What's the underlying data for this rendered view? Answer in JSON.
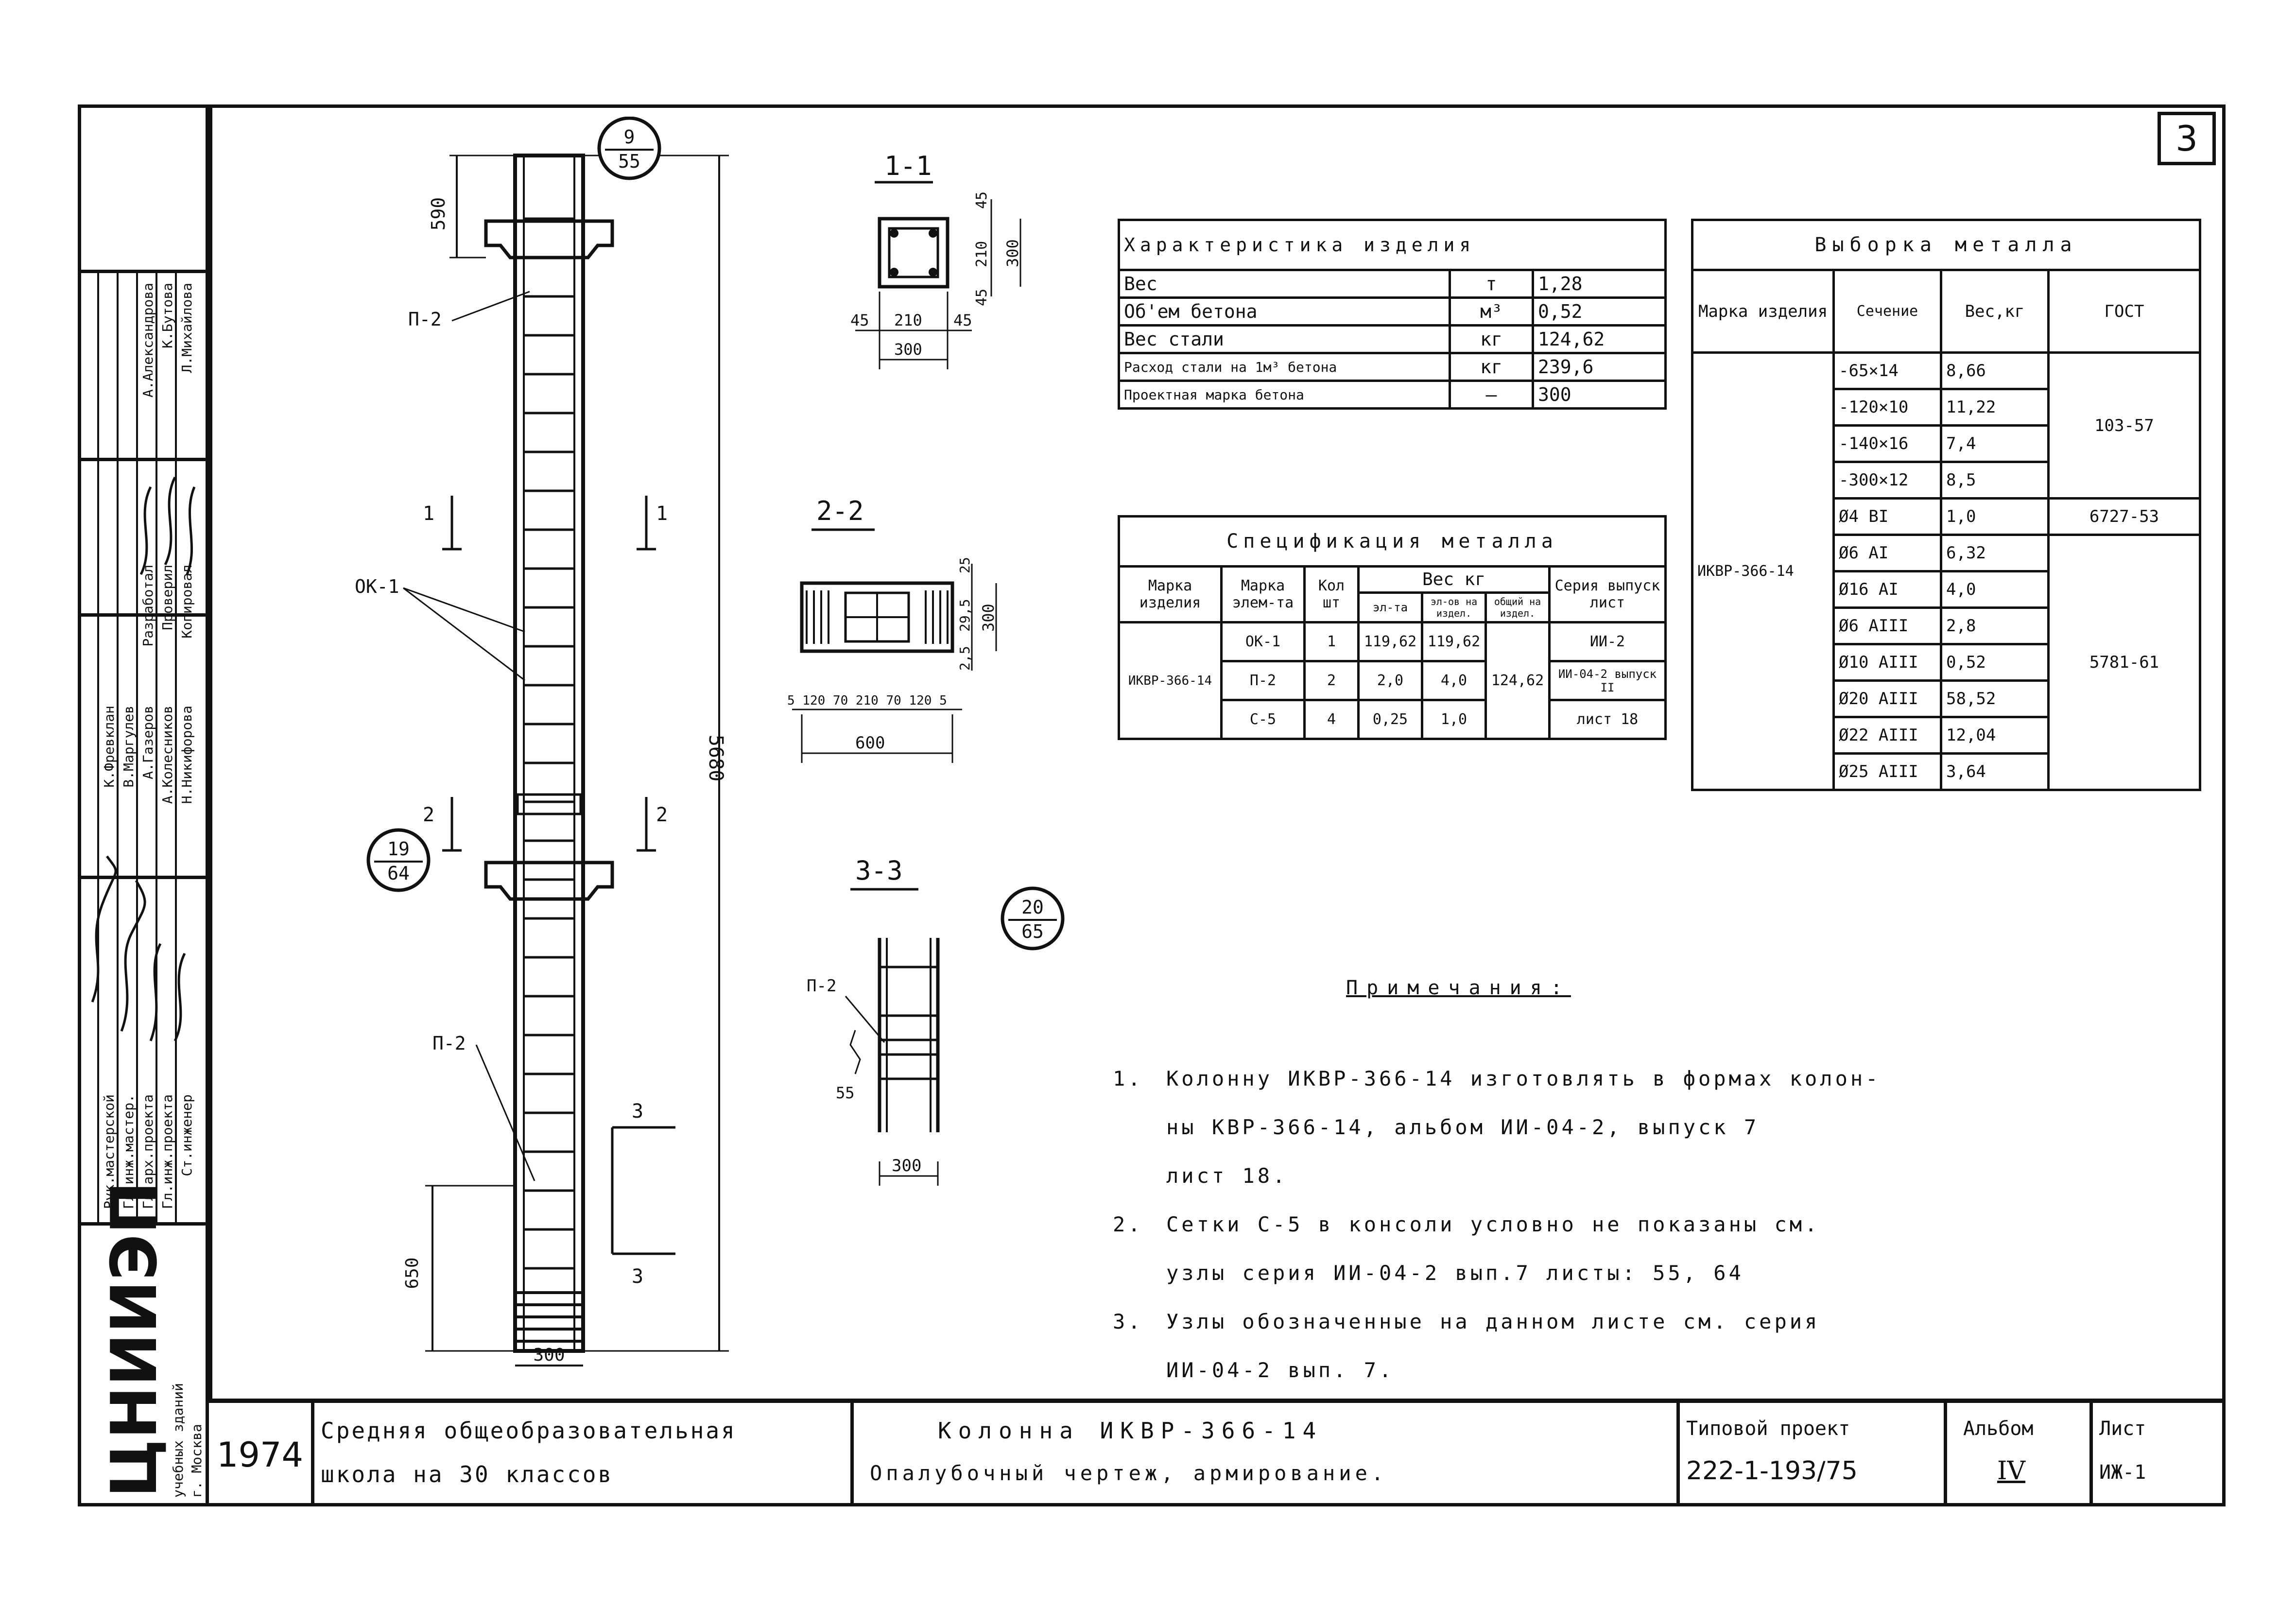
{
  "sheet_number": "3",
  "column_drawing": {
    "node_top": {
      "num": "9",
      "den": "55"
    },
    "node_mid": {
      "num": "19",
      "den": "64"
    },
    "dim_590": "590",
    "dim_5680": "5680",
    "dim_650": "650",
    "dim_300": "300",
    "label_p2_top": "П-2",
    "label_ok1": "ОК-1",
    "label_p2_bottom": "П-2",
    "cut1_left": "1",
    "cut1_right": "1",
    "cut2_left": "2",
    "cut2_right": "2",
    "cut3_top": "3",
    "cut3_bottom": "3"
  },
  "section_1": {
    "title": "1-1",
    "d45a": "45",
    "d210a": "210",
    "d45b": "45",
    "d300a": "300",
    "d45c": "45",
    "d210b": "210",
    "d45d": "45",
    "d300b": "300"
  },
  "section_2": {
    "title": "2-2",
    "d25a": "25",
    "d295": "29,5",
    "d25b": "2,5",
    "d300": "300",
    "row": "5 120 70 210 70 120 5",
    "d600": "600"
  },
  "section_3": {
    "title": "3-3",
    "node": {
      "num": "20",
      "den": "65"
    },
    "label_p2": "П-2",
    "d55": "55",
    "d300": "300"
  },
  "char_table": {
    "title": "Характеристика изделия",
    "rows": [
      {
        "name": "Вес",
        "unit": "т",
        "value": "1,28"
      },
      {
        "name": "Об'ем бетона",
        "unit": "м³",
        "value": "0,52"
      },
      {
        "name": "Вес стали",
        "unit": "кг",
        "value": "124,62"
      },
      {
        "name": "Расход стали на 1м³ бетона",
        "unit": "кг",
        "value": "239,6"
      },
      {
        "name": "Проектная марка бетона",
        "unit": "—",
        "value": "300"
      }
    ]
  },
  "spec_table": {
    "title": "Спецификация металла",
    "h_product": "Марка изделия",
    "h_element": "Марка элем-та",
    "h_qty": "Кол шт",
    "h_weight": "Вес кг",
    "h_w_el": "эл-та",
    "h_w_els": "эл-ов на издел.",
    "h_w_total": "общий на издел.",
    "h_series": "Серия выпуск лист",
    "product": "ИКВР-366-14",
    "total": "124,62",
    "rows": [
      {
        "el": "ОК-1",
        "qty": "1",
        "w1": "119,62",
        "w2": "119,62",
        "series": "ИИ-2"
      },
      {
        "el": "П-2",
        "qty": "2",
        "w1": "2,0",
        "w2": "4,0",
        "series": "ИИ-04-2 выпуск II"
      },
      {
        "el": "С-5",
        "qty": "4",
        "w1": "0,25",
        "w2": "1,0",
        "series": "лист 18"
      }
    ]
  },
  "metal_table": {
    "title": "Выборка металла",
    "h_product": "Марка изделия",
    "h_section": "Сечение",
    "h_weight": "Вес,кг",
    "h_gost": "ГОСТ",
    "product": "ИКВР-366-14",
    "rows": [
      {
        "sec": "-65×14",
        "w": "8,66"
      },
      {
        "sec": "-120×10",
        "w": "11,22"
      },
      {
        "sec": "-140×16",
        "w": "7,4"
      },
      {
        "sec": "-300×12",
        "w": "8,5"
      },
      {
        "sec": "Ø4 ВI",
        "w": "1,0"
      },
      {
        "sec": "Ø6 АI",
        "w": "6,32"
      },
      {
        "sec": "Ø16 АI",
        "w": "4,0"
      },
      {
        "sec": "Ø6 АIII",
        "w": "2,8"
      },
      {
        "sec": "Ø10 АIII",
        "w": "0,52"
      },
      {
        "sec": "Ø20 АIII",
        "w": "58,52"
      },
      {
        "sec": "Ø22 АIII",
        "w": "12,04"
      },
      {
        "sec": "Ø25 АIII",
        "w": "3,64"
      }
    ],
    "gost1": "103-57",
    "gost2": "6727-53",
    "gost3": "5781-61"
  },
  "notes": {
    "title": "Примечания:",
    "n1_num": "1.",
    "n1_l1": "Колонну ИКВР-366-14 изготовлять в формах колон-",
    "n1_l2": "ны КВР-366-14, альбом ИИ-04-2, выпуск 7",
    "n1_l3": "лист 18.",
    "n2_num": "2.",
    "n2_l1": "Сетки С-5 в консоли условно не показаны см.",
    "n2_l2": "узлы серия ИИ-04-2 вып.7 листы: 55, 64",
    "n3_num": "3.",
    "n3_l1": "Узлы обозначенные на данном листе см. серия",
    "n3_l2": "ИИ-04-2 вып. 7."
  },
  "title_block": {
    "year": "1974",
    "school_l1": "Средняя общеобразовательная",
    "school_l2": "школа на 30 классов",
    "name_l1": "Колонна ИКВР-366-14",
    "name_l2": "Опалубочный чертеж, армирование.",
    "project_label": "Типовой проект",
    "project_number": "222-1-193/75",
    "album_label": "Альбом",
    "album_value": "IV",
    "sheet_label": "Лист",
    "sheet_value": "ИЖ-1"
  },
  "stamp": {
    "org": "ЦНИИЭП",
    "org_sub1": "учебных зданий",
    "org_sub2": "г. Москва",
    "roles": [
      "Рук.мастерской",
      "Гл.инж.мастер.",
      "Гл.арх.проекта",
      "Гл.инж.проекта",
      "Ст.инженер"
    ],
    "names": [
      "К.Фревклан",
      "В.Маргулев",
      "А.Газеров",
      "А.Колесников",
      "Н.Никифорова"
    ],
    "roles2": [
      "Разработал",
      "Проверил",
      "Копировал"
    ],
    "names2": [
      "А.Александрова",
      "К.Бутова",
      "Л.Михайлова"
    ]
  }
}
